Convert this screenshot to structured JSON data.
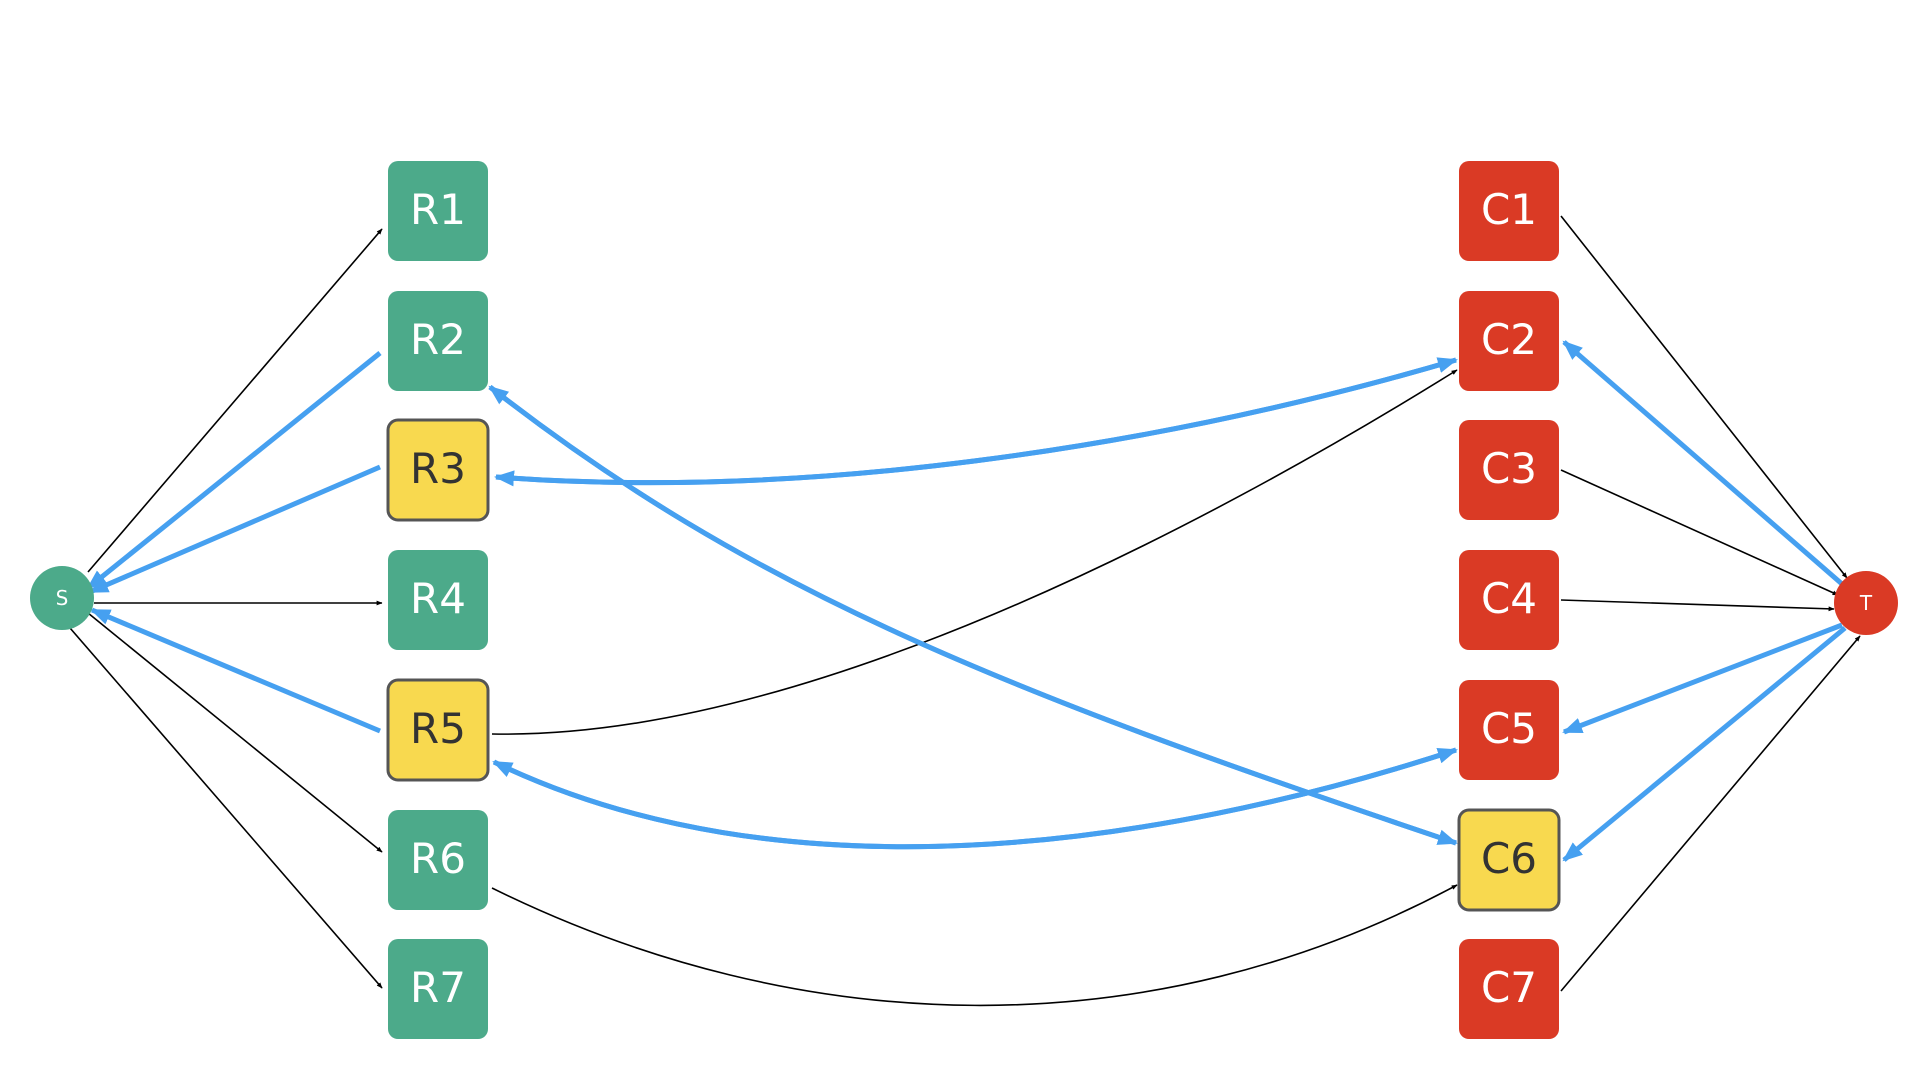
{
  "colors": {
    "source": "#4caa8a",
    "sink": "#da3a25",
    "row": "#4caa8a",
    "column": "#da3a25",
    "highlight_fill": "#f8d94f",
    "highlight_border": "#555555",
    "thin_edge": "#000000",
    "bold_edge": "#46a0f0",
    "label_light": "#ffffff",
    "label_dark": "#333333"
  },
  "source": {
    "id": "S",
    "label": "S"
  },
  "sink": {
    "id": "T",
    "label": "T"
  },
  "rows": [
    {
      "id": "R1",
      "label": "R1",
      "highlight": false
    },
    {
      "id": "R2",
      "label": "R2",
      "highlight": false
    },
    {
      "id": "R3",
      "label": "R3",
      "highlight": true
    },
    {
      "id": "R4",
      "label": "R4",
      "highlight": false
    },
    {
      "id": "R5",
      "label": "R5",
      "highlight": true
    },
    {
      "id": "R6",
      "label": "R6",
      "highlight": false
    },
    {
      "id": "R7",
      "label": "R7",
      "highlight": false
    }
  ],
  "columns": [
    {
      "id": "C1",
      "label": "C1",
      "highlight": false
    },
    {
      "id": "C2",
      "label": "C2",
      "highlight": false
    },
    {
      "id": "C3",
      "label": "C3",
      "highlight": false
    },
    {
      "id": "C4",
      "label": "C4",
      "highlight": false
    },
    {
      "id": "C5",
      "label": "C5",
      "highlight": false
    },
    {
      "id": "C6",
      "label": "C6",
      "highlight": true
    },
    {
      "id": "C7",
      "label": "C7",
      "highlight": false
    }
  ],
  "edges": [
    {
      "from": "S",
      "to": "R1",
      "style": "thin"
    },
    {
      "from": "S",
      "to": "R4",
      "style": "thin"
    },
    {
      "from": "S",
      "to": "R6",
      "style": "thin"
    },
    {
      "from": "S",
      "to": "R7",
      "style": "thin"
    },
    {
      "from": "R2",
      "to": "S",
      "style": "bold"
    },
    {
      "from": "R3",
      "to": "S",
      "style": "bold"
    },
    {
      "from": "R5",
      "to": "S",
      "style": "bold"
    },
    {
      "from": "R5",
      "to": "C2",
      "style": "thin"
    },
    {
      "from": "R6",
      "to": "C6",
      "style": "thin"
    },
    {
      "from": "C2",
      "to": "R3",
      "style": "bold"
    },
    {
      "from": "R3",
      "to": "C2",
      "style": "bold"
    },
    {
      "from": "C6",
      "to": "R2",
      "style": "bold"
    },
    {
      "from": "R2",
      "to": "C6",
      "style": "bold"
    },
    {
      "from": "C5",
      "to": "R5",
      "style": "bold"
    },
    {
      "from": "R5",
      "to": "C5",
      "style": "bold"
    },
    {
      "from": "C1",
      "to": "T",
      "style": "thin"
    },
    {
      "from": "C3",
      "to": "T",
      "style": "thin"
    },
    {
      "from": "C4",
      "to": "T",
      "style": "thin"
    },
    {
      "from": "C7",
      "to": "T",
      "style": "thin"
    },
    {
      "from": "T",
      "to": "C2",
      "style": "bold"
    },
    {
      "from": "T",
      "to": "C5",
      "style": "bold"
    },
    {
      "from": "T",
      "to": "C6",
      "style": "bold"
    }
  ]
}
